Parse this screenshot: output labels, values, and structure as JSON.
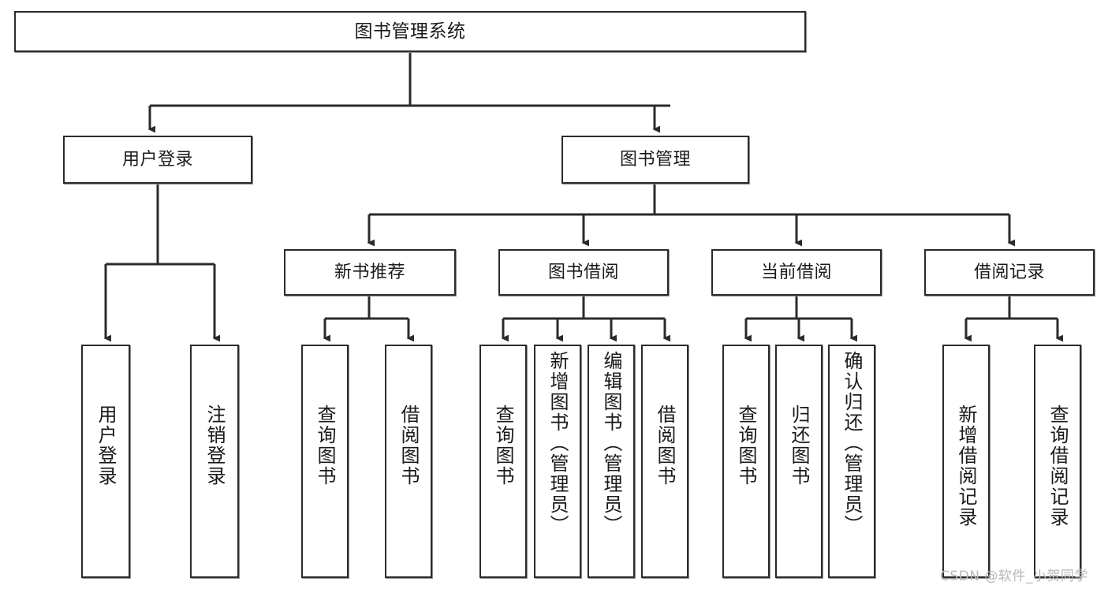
{
  "diagram": {
    "title": "图书管理系统",
    "type": "tree-hierarchy-chart",
    "watermark": "CSDN @软件_小贺同学",
    "colors": {
      "background": "#ffffff",
      "box_border": "#2b2b2b",
      "box_fill": "#ffffff",
      "edge": "#2b2b2b",
      "text": "#1a1a1a",
      "watermark": "#b8b8b8"
    },
    "nodes": {
      "root": {
        "label": "图书管理系统",
        "level": 1
      },
      "level2": [
        {
          "id": "user-login",
          "label": "用户登录"
        },
        {
          "id": "book-manage",
          "label": "图书管理"
        }
      ],
      "level3": [
        {
          "id": "new-book-recommend",
          "label": "新书推荐"
        },
        {
          "id": "book-borrow",
          "label": "图书借阅"
        },
        {
          "id": "current-borrow",
          "label": "当前借阅"
        },
        {
          "id": "borrow-record",
          "label": "借阅记录"
        }
      ],
      "leaves": {
        "user_login": [
          {
            "id": "leaf-user-login",
            "label": "用户登录"
          },
          {
            "id": "leaf-logout-login",
            "label": "注销登录"
          }
        ],
        "new_book_recommend": [
          {
            "id": "leaf-query-book-1",
            "label": "查询图书"
          },
          {
            "id": "leaf-borrow-book-1",
            "label": "借阅图书"
          }
        ],
        "book_borrow": [
          {
            "id": "leaf-query-book-2",
            "label": "查询图书"
          },
          {
            "id": "leaf-add-book",
            "label": "新增图书（管理员）"
          },
          {
            "id": "leaf-edit-book",
            "label": "编辑图书（管理员）"
          },
          {
            "id": "leaf-borrow-book-2",
            "label": "借阅图书"
          }
        ],
        "current_borrow": [
          {
            "id": "leaf-query-book-3",
            "label": "查询图书"
          },
          {
            "id": "leaf-return-book",
            "label": "归还图书"
          },
          {
            "id": "leaf-confirm-return",
            "label": "确认归还（管理员）"
          }
        ],
        "borrow_record": [
          {
            "id": "leaf-add-record",
            "label": "新增借阅记录"
          },
          {
            "id": "leaf-query-record",
            "label": "查询借阅记录"
          }
        ]
      }
    }
  }
}
